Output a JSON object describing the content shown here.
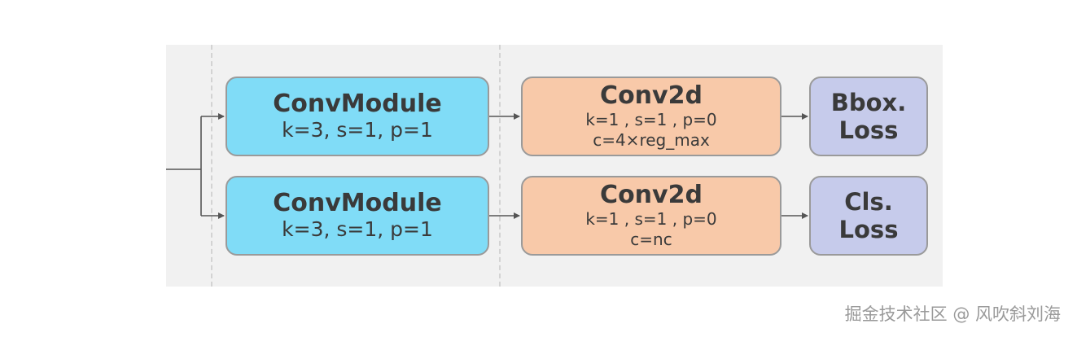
{
  "branches": [
    {
      "conv_module": {
        "title": "ConvModule",
        "params": "k=3, s=1, p=1"
      },
      "conv2d": {
        "title": "Conv2d",
        "params": "k=1 , s=1 , p=0",
        "channels": "c=4×reg_max"
      },
      "loss": {
        "label": "Bbox.\nLoss"
      }
    },
    {
      "conv_module": {
        "title": "ConvModule",
        "params": "k=3, s=1, p=1"
      },
      "conv2d": {
        "title": "Conv2d",
        "params": "k=1 , s=1 , p=0",
        "channels": "c=nc"
      },
      "loss": {
        "label": "Cls.\nLoss"
      }
    }
  ],
  "watermark": "掘金技术社区 @ 风吹斜刘海",
  "colors": {
    "conv_module": "#80dcf7",
    "conv2d": "#f8c9a9",
    "loss": "#c6cbeb",
    "panel": "#f1f1f1",
    "line": "#555555"
  }
}
